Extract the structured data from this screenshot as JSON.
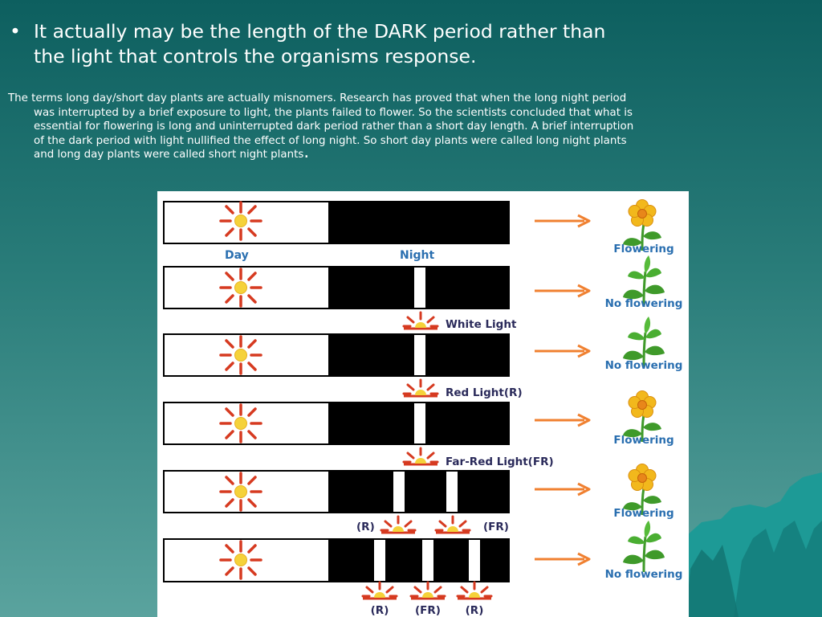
{
  "slide": {
    "bullet_marker": "•",
    "bullet_text": "It actually may be the length of the DARK period rather than the light that controls the organisms response.",
    "paragraph_text": "The terms long day/short day plants are actually misnomers. Research has proved that when the long night period was interrupted by a brief exposure to light, the plants failed to flower. So the scientists concluded that what is essential for flowering is long and uninterrupted dark period rather than a short day length. A brief interruption of the dark period with light nullified the effect of long night. So short day plants were called long night plants and long day plants were called short night plants",
    "paragraph_end": "."
  },
  "diagram": {
    "day_label": "Day",
    "night_label": "Night",
    "light_labels": {
      "white": "White Light",
      "red": "Red Light(R)",
      "far_red": "Far-Red Light(FR)",
      "r": "(R)",
      "fr": "(FR)"
    },
    "outcomes": [
      "Flowering",
      "No flowering",
      "No flowering",
      "Flowering",
      "Flowering",
      "No flowering"
    ],
    "colors": {
      "arrow": "#f08030",
      "label_blue": "#2a6fb0",
      "label_dark": "#2a2a5a",
      "sun_rays": "#d63a20",
      "sun_core": "#f5d23a",
      "flower_petals": "#f2b81c",
      "leaves": "#3f9a2a"
    },
    "icons": [
      "sun-icon",
      "flower-icon",
      "plant-icon",
      "arrow-right-icon"
    ]
  }
}
